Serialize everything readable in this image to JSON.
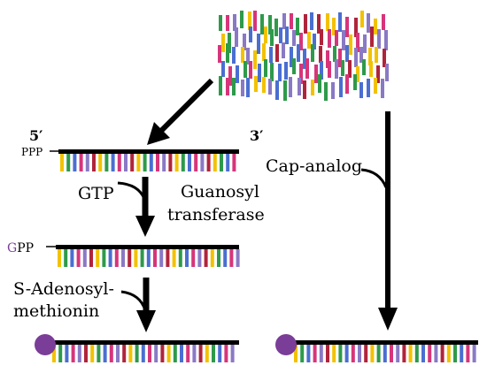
{
  "colors": {
    "strand": "#000000",
    "cap": "#7a3d98",
    "guanosine_letter": "#7a3d98",
    "nucleotides": [
      "#4a6fd1",
      "#2e9a4a",
      "#f2c200",
      "#b0243b",
      "#8a79c4",
      "#d6357a"
    ]
  },
  "labels": {
    "five_prime": "5′",
    "three_prime": "3′",
    "ppp": "PPP",
    "gppp_g": "G",
    "gppp_rest": "PP",
    "gtp": "GTP",
    "guanosyl_line1": "Guanosyl",
    "guanosyl_line2": "transferase",
    "sam_line1": "S-Adenosyl-",
    "sam_line2": "methionin",
    "cap_analog": "Cap-analog"
  },
  "icons": {
    "nucleotide_pool": "nucleotide-pool-icon",
    "cap": "cap-circle-icon"
  }
}
